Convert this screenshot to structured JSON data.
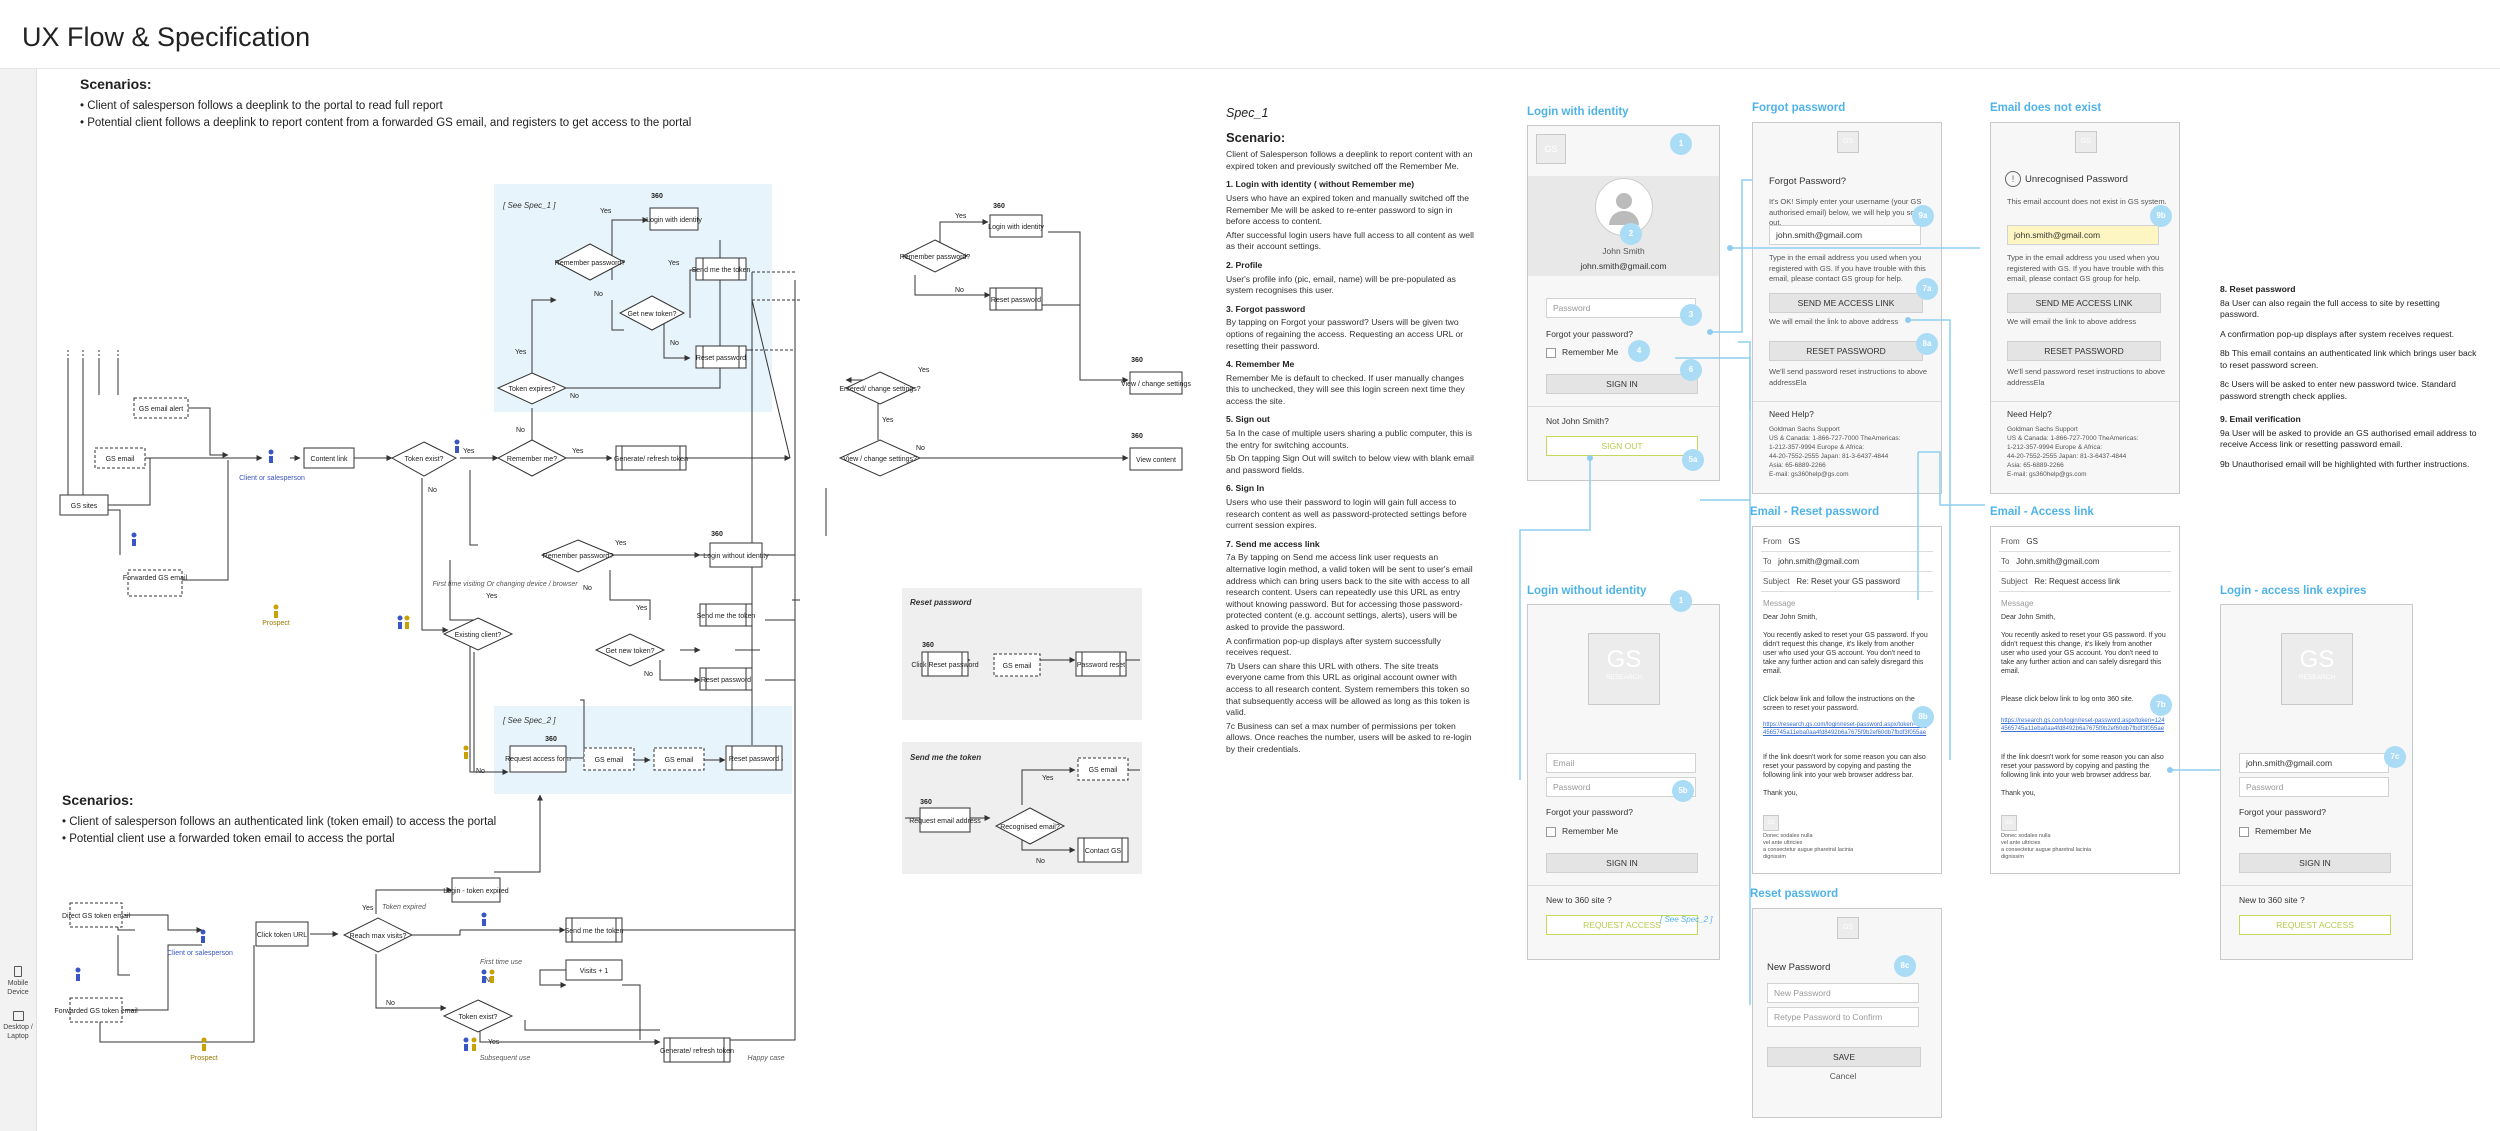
{
  "page": {
    "title": "UX Flow & Specification"
  },
  "rail": {
    "mobile": "Mobile Device",
    "desktop": "Desktop / Laptop"
  },
  "scenarios_top": {
    "heading": "Scenarios:",
    "lines": [
      "• Client of salesperson follows a deeplink to the portal to read full report",
      "• Potential client follows a deeplink to report content from a forwarded GS email, and registers to get access to the portal"
    ]
  },
  "scenarios_bottom": {
    "heading": "Scenarios:",
    "lines": [
      "• Client of salesperson follows an authenticated link (token email) to access the portal",
      "• Potential client use a forwarded token email to access the portal"
    ]
  },
  "flow": {
    "spec1_tag": "[ See Spec_1 ]",
    "spec2_tag": "[ See Spec_2 ]",
    "tag_360": "360",
    "gs_email_alert": "GS email alert",
    "gs_email": "GS email",
    "gs_sites": "GS sites",
    "forwarded_gs_email": "Forwarded GS email",
    "client_or_salesperson": "Client or salesperson",
    "prospect": "Prospect",
    "content_link": "Content link",
    "token_exist": "Token exist?",
    "remember_me": "Remember me?",
    "generate_refresh_token": "Generate/ refresh token",
    "token_expires": "Token expires?",
    "remember_password": "Remember password?",
    "login_with_identity": "Login with identity",
    "get_new_token": "Get new token?",
    "send_me_token": "Send me the token",
    "reset_password": "Reset password",
    "entered_remember_password": "Remember password?",
    "entered_view_change": "Entered/ change settings?",
    "view_change_settings": "View / change settings",
    "view_change_settings_q": "View / change settings?",
    "view_content": "View content",
    "existing_client": "Existing client?",
    "first_time_note": "First time visiting Or changing device / browser",
    "login_without_identity": "Login without identity",
    "request_access_form": "Request access form",
    "reset_password_title": "Reset password",
    "click_reset_password": "Click Reset password",
    "password_reset": "Password reset",
    "send_me_the_token_title": "Send me the token",
    "request_email_address": "Request email address",
    "recognised_email": "Recognised email?",
    "contact_gs": "Contact GS",
    "direct_gs_token_email": "Direct GS token email",
    "forwarded_gs_token_email": "Forwarded GS token email",
    "click_token_url": "Click token URL",
    "reach_max_visits": "Reach max visits?",
    "token_expired": "Token expired",
    "login_token_expired": "Login - token expired",
    "first_time_use": "First time use",
    "visits_plus_one": "Visits + 1",
    "subsequent_use": "Subsequent use",
    "happy_case": "Happy case",
    "yes": "Yes",
    "no": "No"
  },
  "spec": {
    "title": "Spec_1",
    "scenario_heading": "Scenario:",
    "intro": "Client of Salesperson follows a deeplink to report content with an expired token and previously switched off the Remember Me.",
    "sections": [
      {
        "h": "1. Login with identity ( without Remember me)",
        "p": [
          "Users who have an expired token and manually switched off the Remember Me will be asked to re-enter password to sign in before access to content.",
          "After successful login users have full access to all content as well as their account settings."
        ]
      },
      {
        "h": "2. Profile",
        "p": [
          "User's profile info (pic, email, name) will be pre-populated as system recognises this user."
        ]
      },
      {
        "h": "3. Forgot password",
        "p": [
          "By tapping on Forgot your password? Users will be given two options of regaining the access. Requesting an access URL or resetting their password."
        ]
      },
      {
        "h": "4. Remember Me",
        "p": [
          "Remember Me is default to checked. If user manually changes this to unchecked, they will see this login screen next time they access the site."
        ]
      },
      {
        "h": "5. Sign out",
        "p": [
          "5a In the case of multiple users sharing a public computer, this is the entry for switching accounts.",
          "5b On tapping Sign Out will switch to below view with blank email and password fields."
        ]
      },
      {
        "h": "6. Sign In",
        "p": [
          "Users who use their password to login will gain full access to research content as well as password-protected settings before current session expires."
        ]
      },
      {
        "h": "7. Send me access link",
        "p": [
          "7a By tapping on Send me access link user requests an alternative login method, a valid token will be sent to user's email address which can bring users back to the site with access to all research content. Users can repeatedly use this URL as entry without knowing password. But for accessing those password-protected content (e.g. account settings, alerts), users will be asked to provide the password.",
          "A confirmation pop-up displays after system successfully receives request.",
          "7b Users can share this URL with others. The site treats everyone came from this URL as original account owner with access to all research content. System remembers this token so that subsequently access will be allowed as long as this token is valid.",
          "7c Business can set a max number of permissions per token allows. Once reaches the number, users will be asked to re-login by their credentials."
        ]
      }
    ]
  },
  "mockups": {
    "login_identity": {
      "title": "Login with identity",
      "name": "John Smith",
      "email": "john.smith@gmail.com",
      "password_ph": "Password",
      "forgot": "Forgot your password?",
      "remember": "Remember Me",
      "signin": "SIGN IN",
      "not_user": "Not John Smith?",
      "signout": "SIGN OUT"
    },
    "forgot_password": {
      "title": "Forgot password",
      "heading": "Forgot Password?",
      "intro": "It's OK! Simply enter your username (your GS authorised email) below, we will help you sort it out.",
      "email": "john.smith@gmail.com",
      "hint": "Type in the email address you used when you registered with GS. If you have trouble with this email, please contact GS group for help.",
      "send_btn": "SEND ME ACCESS LINK",
      "send_note": "We will email the link to above address",
      "reset_btn": "RESET PASSWORD",
      "reset_note": "We'll send password reset instructions to above addressEla",
      "need_help": "Need Help?",
      "support": "Goldman Sachs Support\nUS & Canada: 1-866-727-7000 TheAmericas:\n1-212-357-9994 Europe & Africa:\n44-20-7552-2555 Japan: 81-3-6437-4844\nAsia: 65-6889-2266\nE-mail: gs360help@gs.com"
    },
    "email_not_exist": {
      "title": "Email does not exist",
      "heading": "Unrecognised Password",
      "intro": "This email account does not exist in GS system.",
      "email": "john.smith@gmail.com",
      "hint": "Type in the email address you used when you registered with GS. If you have trouble with this email, please contact GS group for help.",
      "send_btn": "SEND ME ACCESS LINK",
      "send_note": "We will email the link to above address",
      "reset_btn": "RESET PASSWORD",
      "reset_note": "We'll send password reset instructions to above addressEla",
      "need_help": "Need Help?",
      "support": "Goldman Sachs Support\nUS & Canada: 1-866-727-7000 TheAmericas:\n1-212-357-9994 Europe & Africa:\n44-20-7552-2555 Japan: 81-3-6437-4844\nAsia: 65-6889-2266\nE-mail: gs360help@gs.com"
    },
    "email_reset": {
      "title": "Email - Reset password",
      "from_label": "From",
      "from": "GS",
      "to_label": "To",
      "to": "john.smith@gmail.com",
      "subject_label": "Subject",
      "subject": "Re: Reset your GS password",
      "message_label": "Message",
      "dear": "Dear John Smith,",
      "body1": "You recently asked to reset your GS password. If you didn't request this change, it's likely from another user who used your GS account. You don't need to take any further action and can safely disregard this email.",
      "body2": "Click below link and follow the instructions on the screen to reset your password.",
      "link": "https://research.gs.com/login/reset-password.aspx/token=1244565745a11eba0aa4fd8492b6a7675f9b2ef60db7fbdf3f055ae",
      "body3": "If the link doesn't work for some reason you can also reset your password by copying and pasting the following link into your web browser address bar.",
      "thanks": "Thank you,",
      "footer": "Donec sodales nulla\nvel ante ultricies\na consectetur augue pharetral lacinia\ndignissim"
    },
    "email_access": {
      "title": "Email - Access link",
      "from_label": "From",
      "from": "GS",
      "to_label": "To",
      "to": "John.smith@gmail.com",
      "subject_label": "Subject",
      "subject": "Re: Request access link",
      "message_label": "Message",
      "dear": "Dear John Smith,",
      "body1": "You recently asked to reset your GS password. If you didn't request this change, it's likely from another user who used your GS account. You don't need to take any further action and can safely disregard this email.",
      "body2": "Please click below link to log onto 360 site.",
      "link": "https://research.gs.com/login/reset-password.aspx/token=1244565745a11eba0aa4fd8492b6a7675f9b2ef60db7fbdf3f055ae",
      "body3": "If the link doesn't work for some reason you can also reset your password by copying and pasting the following link into your web browser address bar.",
      "thanks": "Thank you,",
      "footer": "Donec sodales nulla\nvel ante ultricies\na consectetur augue pharetral lacinia\ndignissim"
    },
    "login_without": {
      "title": "Login without identity",
      "logo_top": "GS",
      "logo_bottom": "RESEARCH",
      "email_ph": "Email",
      "password_ph": "Password",
      "forgot": "Forgot your password?",
      "remember": "Remember Me",
      "signin": "SIGN IN",
      "new_to": "New to 360 site ?",
      "request": "REQUEST ACCESS",
      "see_spec2": "[ See Spec_2 ]"
    },
    "reset_password": {
      "title": "Reset password",
      "heading": "New Password",
      "new_ph": "New Password",
      "confirm_ph": "Retype Password to Confirm",
      "save": "SAVE",
      "cancel": "Cancel"
    },
    "access_link_expires": {
      "title": "Login - access link expires",
      "logo_top": "GS",
      "logo_bottom": "RESEARCH",
      "email": "john.smith@gmail.com",
      "password_ph": "Password",
      "forgot": "Forgot your password?",
      "remember": "Remember Me",
      "signin": "SIGN IN",
      "new_to": "New to 360 site ?",
      "request": "REQUEST ACCESS"
    },
    "badges": {
      "b1": "1",
      "b2": "2",
      "b3": "3",
      "b4": "4",
      "b5a": "5a",
      "b5b": "5b",
      "b6": "6",
      "b7a": "7a",
      "b7b": "7b",
      "b7c": "7c",
      "b8a": "8a",
      "b8b": "8b",
      "b8c": "8c",
      "b9a": "9a",
      "b9b": "9b"
    }
  },
  "notes": {
    "sections": [
      {
        "h": "8. Reset password",
        "p": [
          "8a User can also regain the full access to site by resetting password.",
          "A confirmation pop-up displays after system receives request.",
          "8b This email contains an authenticated link which brings user back to reset password screen.",
          "8c Users will be asked to enter new password twice. Standard password strength check applies."
        ]
      },
      {
        "h": "9. Email verification",
        "p": [
          "9a User will be asked to provide an GS authorised email address to receive Access link or resetting password email.",
          "9b Unauthorised email will be highlighted with further instructions."
        ]
      }
    ]
  },
  "colors": {
    "accent": "#4fb3e8",
    "badge": "#aadcf6",
    "spec_bg": "#e8f4fb",
    "grey_panel": "#efefef",
    "highlight": "#fdf6c3",
    "request_btn": "#c3d95a"
  }
}
